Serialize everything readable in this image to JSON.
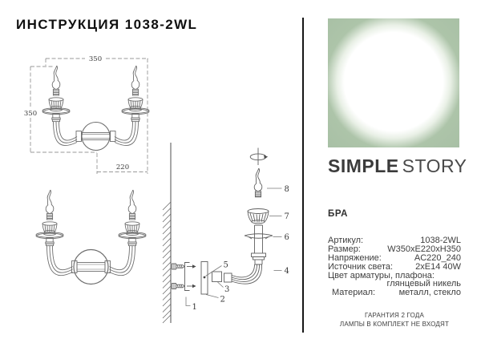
{
  "title": "ИНСТРУКЦИЯ 1038-2WL",
  "diagram": {
    "dim_width": "350",
    "dim_height": "350",
    "dim_depth": "220",
    "part_numbers": [
      "1",
      "2",
      "3",
      "4",
      "5",
      "6",
      "7",
      "8"
    ]
  },
  "brand": {
    "name_bold": "SIMPLE",
    "name_light": "STORY"
  },
  "product": {
    "category": "БРА",
    "specs": [
      {
        "label": "Артикул:",
        "value": "1038-2WL"
      },
      {
        "label": "Размер:",
        "value": "W350xE220xH350"
      },
      {
        "label": "Напряжение:",
        "value": "AC220_240"
      },
      {
        "label": "Источник света:",
        "value": "2xE14 40W"
      },
      {
        "label": "Цвет арматуры, плафона:",
        "value": "глянцевый никель"
      },
      {
        "label": "Материал:",
        "value": "металл,  стекло"
      }
    ]
  },
  "footer": {
    "warranty_line1": "ГАРАНТИЯ 2 ГОДА",
    "warranty_line2": "ЛАМПЫ В КОМПЛЕКТ НЕ ВХОДЯТ"
  },
  "colors": {
    "logo_green": "#a8c0a5",
    "divider_black": "#161616",
    "drawing_gray": "#6e6e6e",
    "text_gray": "#3c3c3c"
  }
}
